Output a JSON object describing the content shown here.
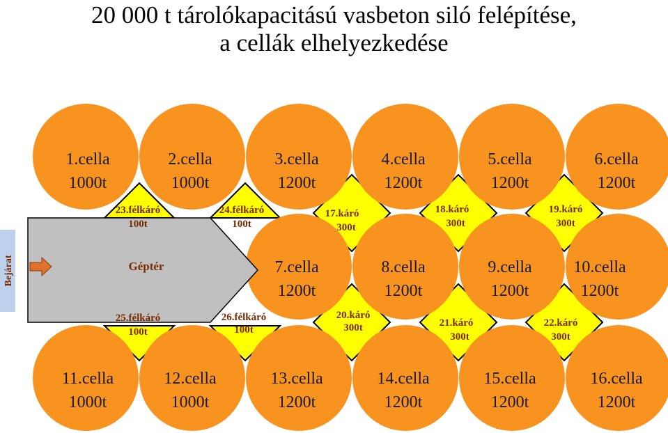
{
  "title": {
    "line1": "20 000 t tárolókapacitású vasbeton siló felépítése,",
    "line2": "a cellák elhelyezkedése"
  },
  "colors": {
    "cell_fill": "#F7931E",
    "karo_fill": "#FFFF00",
    "machine_room_fill": "#C0C0C0",
    "arrow_fill": "#E0732B",
    "entrance_fill": "#BDD1EC"
  },
  "entrance": {
    "label": "Bejárat"
  },
  "machine_room": {
    "label": "Géptér"
  },
  "cells": [
    {
      "name": "1.cella",
      "capacity": "1000t"
    },
    {
      "name": "2.cella",
      "capacity": "1000t"
    },
    {
      "name": "3.cella",
      "capacity": "1200t"
    },
    {
      "name": "4.cella",
      "capacity": "1200t"
    },
    {
      "name": "5.cella",
      "capacity": "1200t"
    },
    {
      "name": "6.cella",
      "capacity": "1200t"
    },
    {
      "name": "7.cella",
      "capacity": "1200t"
    },
    {
      "name": "8.cella",
      "capacity": "1200t"
    },
    {
      "name": "9.cella",
      "capacity": "1200t"
    },
    {
      "name": "10.cella",
      "capacity": "1200t"
    },
    {
      "name": "11.cella",
      "capacity": "1000t"
    },
    {
      "name": "12.cella",
      "capacity": "1000t"
    },
    {
      "name": "13.cella",
      "capacity": "1200t"
    },
    {
      "name": "14.cella",
      "capacity": "1200t"
    },
    {
      "name": "15.cella",
      "capacity": "1200t"
    },
    {
      "name": "16.cella",
      "capacity": "1200t"
    }
  ],
  "karos": [
    {
      "name": "17.káró",
      "capacity": "300t"
    },
    {
      "name": "18.káró",
      "capacity": "300t"
    },
    {
      "name": "19.káró",
      "capacity": "300t"
    },
    {
      "name": "20.káró",
      "capacity": "300t"
    },
    {
      "name": "21.káró",
      "capacity": "300t"
    },
    {
      "name": "22.káró",
      "capacity": "300t"
    },
    {
      "name": "23.félkáró",
      "capacity": "100t"
    },
    {
      "name": "24.félkáró",
      "capacity": "100t"
    },
    {
      "name": "25.félkáró",
      "capacity": "100t"
    },
    {
      "name": "26.félkáró",
      "capacity": "100t"
    }
  ]
}
